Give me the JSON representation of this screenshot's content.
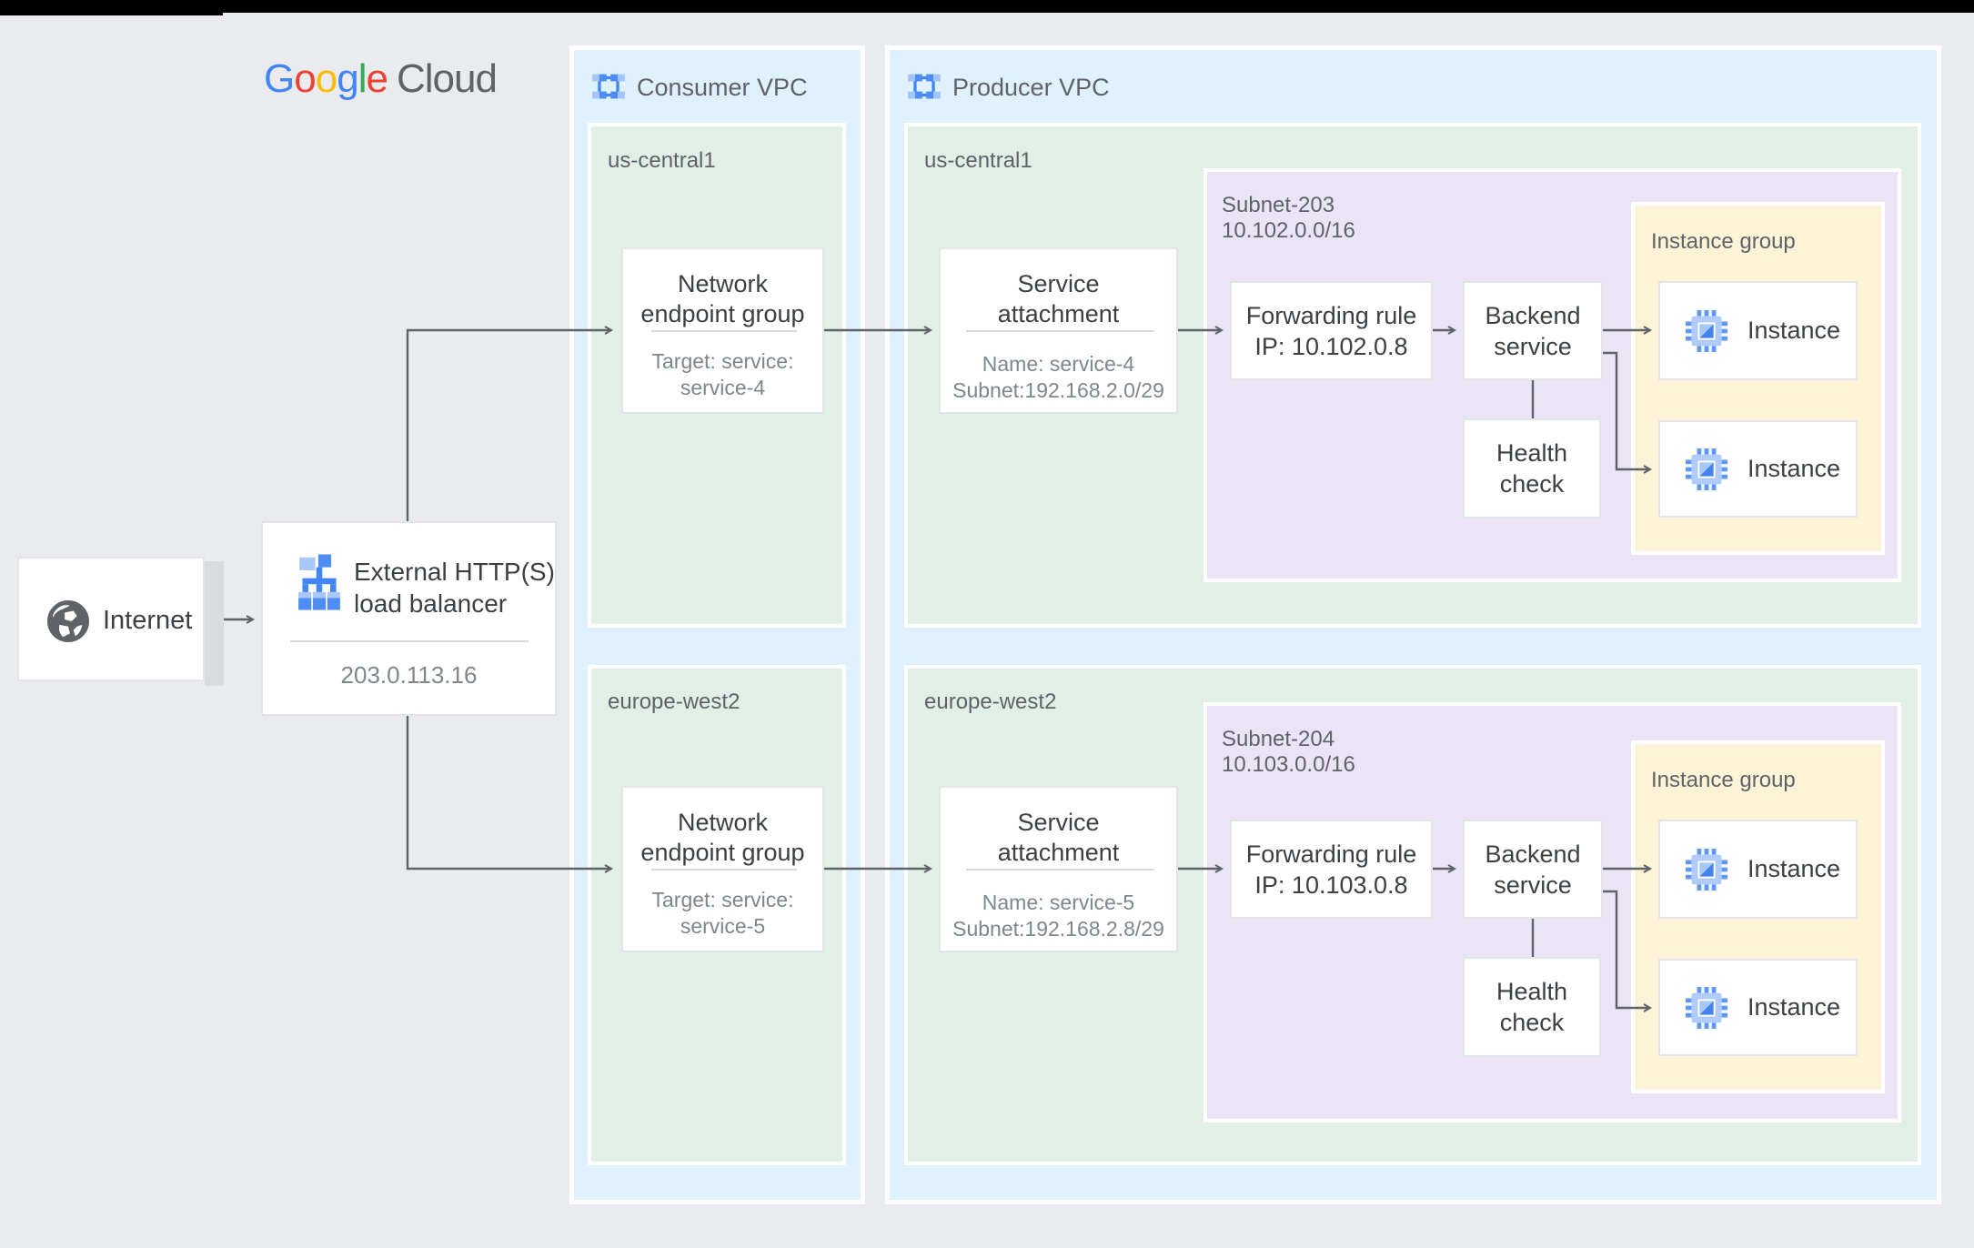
{
  "logo": {
    "g1": "G",
    "o1": "o",
    "o2": "o",
    "g2": "g",
    "l1": "l",
    "e1": "e",
    "cloud": "Cloud"
  },
  "internet": {
    "label": "Internet"
  },
  "load_balancer": {
    "title1": "External HTTP(S)",
    "title2": "load balancer",
    "ip": "203.0.113.16"
  },
  "consumer": {
    "title": "Consumer VPC",
    "regions": [
      {
        "name": "us-central1",
        "neg": {
          "title1": "Network",
          "title2": "endpoint group",
          "sub1": "Target: service:",
          "sub2": "service-4"
        }
      },
      {
        "name": "europe-west2",
        "neg": {
          "title1": "Network",
          "title2": "endpoint group",
          "sub1": "Target: service:",
          "sub2": "service-5"
        }
      }
    ]
  },
  "producer": {
    "title": "Producer VPC",
    "regions": [
      {
        "name": "us-central1",
        "sa": {
          "title1": "Service",
          "title2": "attachment",
          "sub1": "Name: service-4",
          "sub2": "Subnet:192.168.2.0/29"
        },
        "subnet": {
          "line1": "Subnet-203",
          "line2": "10.102.0.0/16"
        },
        "fwd": {
          "line1": "Forwarding rule",
          "line2": "IP: 10.102.0.8"
        },
        "backend": {
          "line1": "Backend",
          "line2": "service"
        },
        "health": {
          "line1": "Health",
          "line2": "check"
        },
        "instance_group": {
          "label": "Instance group",
          "instances": [
            "Instance",
            "Instance"
          ]
        }
      },
      {
        "name": "europe-west2",
        "sa": {
          "title1": "Service",
          "title2": "attachment",
          "sub1": "Name: service-5",
          "sub2": "Subnet:192.168.2.8/29"
        },
        "subnet": {
          "line1": "Subnet-204",
          "line2": "10.103.0.0/16"
        },
        "fwd": {
          "line1": "Forwarding rule",
          "line2": "IP: 10.103.0.8"
        },
        "backend": {
          "line1": "Backend",
          "line2": "service"
        },
        "health": {
          "line1": "Health",
          "line2": "check"
        },
        "instance_group": {
          "label": "Instance group",
          "instances": [
            "Instance",
            "Instance"
          ]
        }
      }
    ]
  },
  "colors": {
    "google_blue": "#4285f4",
    "google_red": "#ea4335",
    "google_yellow": "#fbbc05",
    "google_green": "#34a853",
    "text_dark": "#3c4043",
    "text_gray": "#5f6368",
    "panel_blue": "#def1fc",
    "panel_green": "#e2efe6",
    "panel_purple": "#ebe3f6",
    "panel_yellow": "#fdf3d7",
    "line_gray": "#5f6368"
  }
}
